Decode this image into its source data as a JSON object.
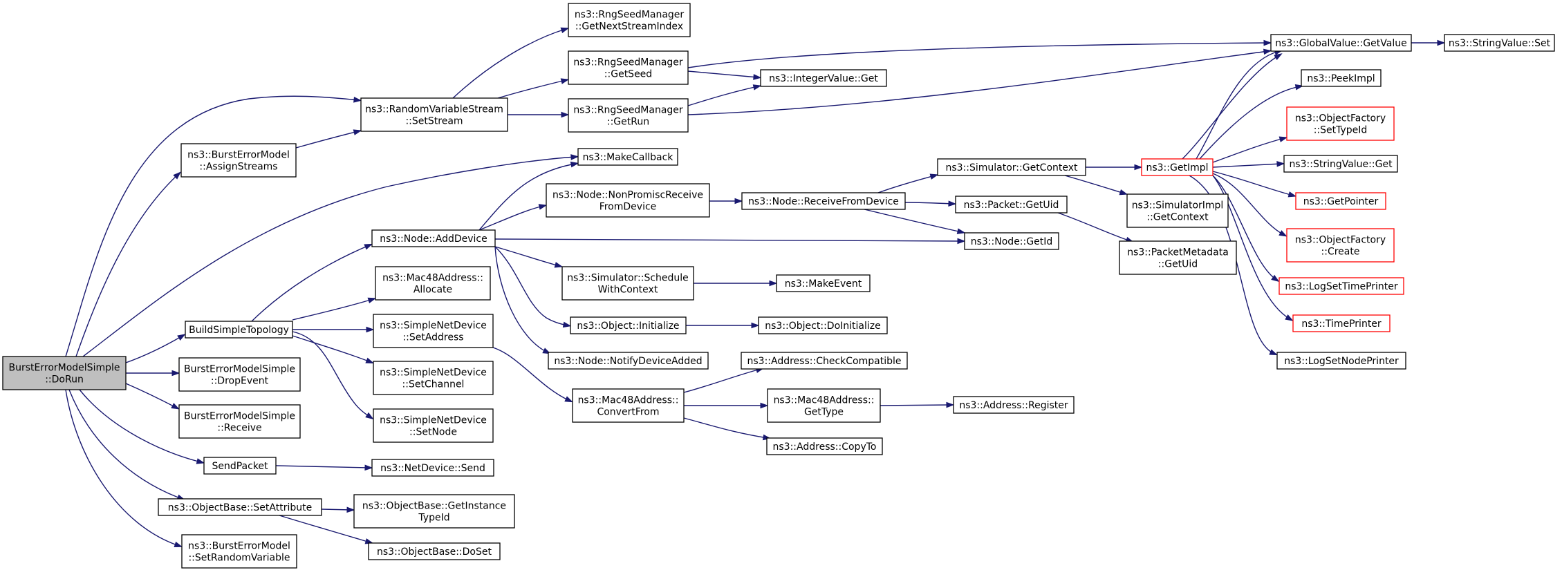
{
  "colors": {
    "edge": "#191970",
    "node_border": "#000000",
    "node_fill": "#ffffff",
    "focus_fill": "#bfbfbf",
    "truncated_border": "#ff0000"
  },
  "nodes": [
    {
      "id": "dorun",
      "lines": [
        "BurstErrorModelSimple",
        "::DoRun"
      ],
      "style": "focus"
    },
    {
      "id": "assignstreams",
      "lines": [
        "ns3::BurstErrorModel",
        "::AssignStreams"
      ],
      "style": "normal"
    },
    {
      "id": "buildsimpletopology",
      "lines": [
        "BuildSimpleTopology"
      ],
      "style": "normal"
    },
    {
      "id": "dropevent",
      "lines": [
        "BurstErrorModelSimple",
        "::DropEvent"
      ],
      "style": "normal"
    },
    {
      "id": "receive",
      "lines": [
        "BurstErrorModelSimple",
        "::Receive"
      ],
      "style": "normal"
    },
    {
      "id": "sendpacket",
      "lines": [
        "SendPacket"
      ],
      "style": "normal"
    },
    {
      "id": "setattribute",
      "lines": [
        "ns3::ObjectBase::SetAttribute"
      ],
      "style": "normal"
    },
    {
      "id": "setrandomvariable",
      "lines": [
        "ns3::BurstErrorModel",
        "::SetRandomVariable"
      ],
      "style": "normal"
    },
    {
      "id": "setstream",
      "lines": [
        "ns3::RandomVariableStream",
        "::SetStream"
      ],
      "style": "normal"
    },
    {
      "id": "adddevice",
      "lines": [
        "ns3::Node::AddDevice"
      ],
      "style": "normal"
    },
    {
      "id": "allocate",
      "lines": [
        "ns3::Mac48Address::",
        "Allocate"
      ],
      "style": "normal"
    },
    {
      "id": "setaddress",
      "lines": [
        "ns3::SimpleNetDevice",
        "::SetAddress"
      ],
      "style": "normal"
    },
    {
      "id": "setchannel",
      "lines": [
        "ns3::SimpleNetDevice",
        "::SetChannel"
      ],
      "style": "normal"
    },
    {
      "id": "setnode",
      "lines": [
        "ns3::SimpleNetDevice",
        "::SetNode"
      ],
      "style": "normal"
    },
    {
      "id": "netdevicesend",
      "lines": [
        "ns3::NetDevice::Send"
      ],
      "style": "normal"
    },
    {
      "id": "getinstancetypeid",
      "lines": [
        "ns3::ObjectBase::GetInstance",
        "TypeId"
      ],
      "style": "normal"
    },
    {
      "id": "doset",
      "lines": [
        "ns3::ObjectBase::DoSet"
      ],
      "style": "normal"
    },
    {
      "id": "getnextstreamindex",
      "lines": [
        "ns3::RngSeedManager",
        "::GetNextStreamIndex"
      ],
      "style": "normal"
    },
    {
      "id": "getseed",
      "lines": [
        "ns3::RngSeedManager",
        "::GetSeed"
      ],
      "style": "normal"
    },
    {
      "id": "getrun",
      "lines": [
        "ns3::RngSeedManager",
        "::GetRun"
      ],
      "style": "normal"
    },
    {
      "id": "makecallback",
      "lines": [
        "ns3::MakeCallback"
      ],
      "style": "normal"
    },
    {
      "id": "nonpromiscreceive",
      "lines": [
        "ns3::Node::NonPromiscReceive",
        "FromDevice"
      ],
      "style": "normal"
    },
    {
      "id": "schedulewithcontext",
      "lines": [
        "ns3::Simulator::Schedule",
        "WithContext"
      ],
      "style": "normal"
    },
    {
      "id": "objectinitialize",
      "lines": [
        "ns3::Object::Initialize"
      ],
      "style": "normal"
    },
    {
      "id": "notifydeviceadded",
      "lines": [
        "ns3::Node::NotifyDeviceAdded"
      ],
      "style": "normal"
    },
    {
      "id": "convertfrom",
      "lines": [
        "ns3::Mac48Address::",
        "ConvertFrom"
      ],
      "style": "normal"
    },
    {
      "id": "integervalueget",
      "lines": [
        "ns3::IntegerValue::Get"
      ],
      "style": "normal"
    },
    {
      "id": "receivefromdevice",
      "lines": [
        "ns3::Node::ReceiveFromDevice"
      ],
      "style": "normal"
    },
    {
      "id": "makeevent",
      "lines": [
        "ns3::MakeEvent"
      ],
      "style": "normal"
    },
    {
      "id": "doinitialize",
      "lines": [
        "ns3::Object::DoInitialize"
      ],
      "style": "normal"
    },
    {
      "id": "checkcompatible",
      "lines": [
        "ns3::Address::CheckCompatible"
      ],
      "style": "normal"
    },
    {
      "id": "gettype",
      "lines": [
        "ns3::Mac48Address::",
        "GetType"
      ],
      "style": "normal"
    },
    {
      "id": "copyto",
      "lines": [
        "ns3::Address::CopyTo"
      ],
      "style": "normal"
    },
    {
      "id": "getcontext",
      "lines": [
        "ns3::Simulator::GetContext"
      ],
      "style": "normal"
    },
    {
      "id": "packetgetuid",
      "lines": [
        "ns3::Packet::GetUid"
      ],
      "style": "normal"
    },
    {
      "id": "nodegetid",
      "lines": [
        "ns3::Node::GetId"
      ],
      "style": "normal"
    },
    {
      "id": "register",
      "lines": [
        "ns3::Address::Register"
      ],
      "style": "normal"
    },
    {
      "id": "getimpl",
      "lines": [
        "ns3::GetImpl"
      ],
      "style": "truncated"
    },
    {
      "id": "simimplgetcontext",
      "lines": [
        "ns3::SimulatorImpl",
        "::GetContext"
      ],
      "style": "normal"
    },
    {
      "id": "metadatagetuid",
      "lines": [
        "ns3::PacketMetadata",
        "::GetUid"
      ],
      "style": "normal"
    },
    {
      "id": "globalvaluegetvalue",
      "lines": [
        "ns3::GlobalValue::GetValue"
      ],
      "style": "normal"
    },
    {
      "id": "peekimpl",
      "lines": [
        "ns3::PeekImpl"
      ],
      "style": "normal"
    },
    {
      "id": "settypeid",
      "lines": [
        "ns3::ObjectFactory",
        "::SetTypeId"
      ],
      "style": "truncated"
    },
    {
      "id": "stringvalueget",
      "lines": [
        "ns3::StringValue::Get"
      ],
      "style": "normal"
    },
    {
      "id": "getpointer",
      "lines": [
        "ns3::GetPointer"
      ],
      "style": "truncated"
    },
    {
      "id": "factorycreate",
      "lines": [
        "ns3::ObjectFactory",
        "::Create"
      ],
      "style": "truncated"
    },
    {
      "id": "logsettimeprinter",
      "lines": [
        "ns3::LogSetTimePrinter"
      ],
      "style": "truncated"
    },
    {
      "id": "timeprinter",
      "lines": [
        "ns3::TimePrinter"
      ],
      "style": "truncated"
    },
    {
      "id": "logsetnodeprinter",
      "lines": [
        "ns3::LogSetNodePrinter"
      ],
      "style": "normal"
    },
    {
      "id": "stringvalueset",
      "lines": [
        "ns3::StringValue::Set"
      ],
      "style": "normal"
    }
  ]
}
